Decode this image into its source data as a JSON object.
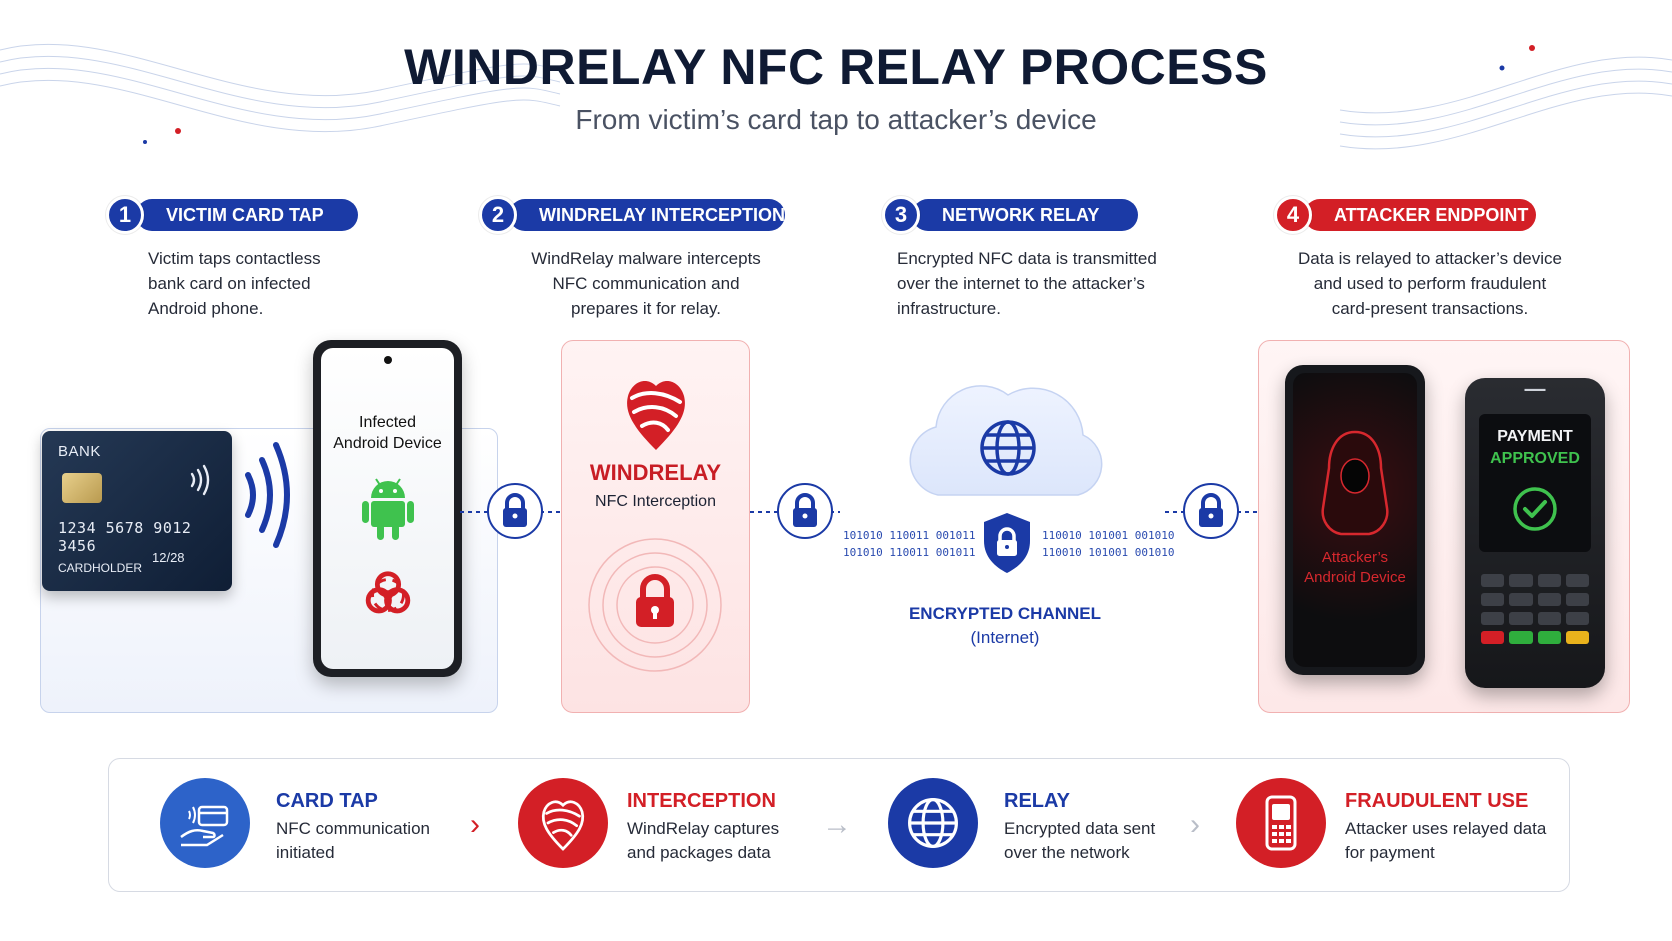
{
  "title": "WINDRELAY NFC RELAY PROCESS",
  "subtitle": "From victim’s card tap to attacker’s device",
  "steps": [
    {
      "num": "1",
      "label": "VICTIM CARD TAP",
      "desc": [
        "Victim taps contactless",
        "bank card on infected",
        "Android phone."
      ]
    },
    {
      "num": "2",
      "label": "WINDRELAY INTERCEPTION",
      "desc": [
        "WindRelay malware intercepts",
        "NFC communication and",
        "prepares it for relay."
      ]
    },
    {
      "num": "3",
      "label": "NETWORK RELAY",
      "desc": [
        "Encrypted NFC data is transmitted",
        "over the internet to the attacker’s",
        "infrastructure."
      ]
    },
    {
      "num": "4",
      "label": "ATTACKER ENDPOINT",
      "desc": [
        "Data is relayed to attacker’s device",
        "and used to perform fraudulent",
        "card-present transactions."
      ]
    }
  ],
  "card": {
    "bank": "BANK",
    "number": "1234 5678 9012 3456",
    "expiry": "12/28",
    "holder": "CARDHOLDER"
  },
  "victim_phone": {
    "label": [
      "Infected",
      "Android Device"
    ]
  },
  "windrelay": {
    "name": "WINDRELAY",
    "sub": "NFC Interception"
  },
  "network": {
    "binary_left": [
      "101010 110011 001011",
      "101010 110011 001011"
    ],
    "binary_right": [
      "110010 101001 001010",
      "110010 101001 001010"
    ],
    "label": "ENCRYPTED CHANNEL",
    "sub": "(Internet)"
  },
  "attacker_phone": {
    "label": [
      "Attacker’s",
      "Android Device"
    ]
  },
  "pos": {
    "line1": "PAYMENT",
    "line2": "APPROVED"
  },
  "bottom": [
    {
      "title": "CARD TAP",
      "desc": [
        "NFC communication",
        "initiated"
      ]
    },
    {
      "title": "INTERCEPTION",
      "desc": [
        "WindRelay captures",
        "and packages data"
      ]
    },
    {
      "title": "RELAY",
      "desc": [
        "Encrypted data sent",
        "over the network"
      ]
    },
    {
      "title": "FRAUDULENT USE",
      "desc": [
        "Attacker uses relayed data",
        "for payment"
      ]
    }
  ],
  "colors": {
    "blue": "#1b3aa6",
    "red": "#d31f26",
    "green": "#3fc24e"
  }
}
